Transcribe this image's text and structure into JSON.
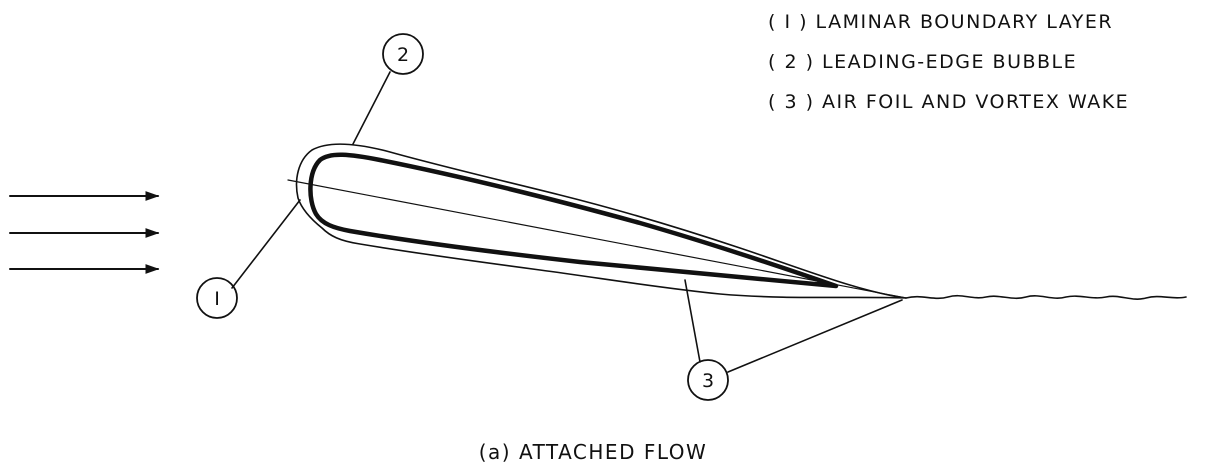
{
  "legend": {
    "item_1": "( I ) LAMINAR BOUNDARY LAYER",
    "item_2": "( 2 ) LEADING-EDGE BUBBLE",
    "item_3": "( 3 ) AIR FOIL AND VORTEX WAKE"
  },
  "callouts": {
    "one": "I",
    "two": "2",
    "three": "3"
  },
  "caption": "(a) ATTACHED FLOW"
}
